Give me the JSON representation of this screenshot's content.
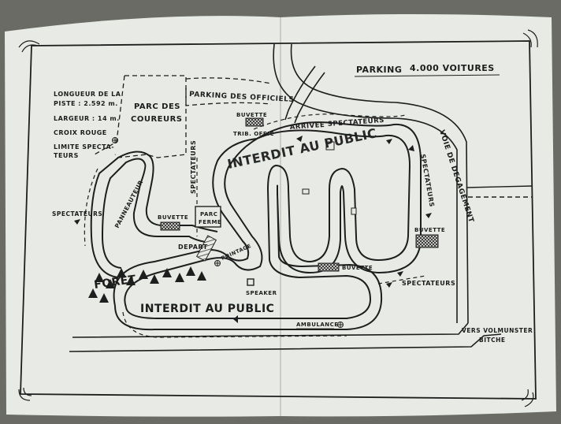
{
  "map": {
    "parking": {
      "label": "PARKING",
      "count": "4.000 VOITURES"
    },
    "legend": {
      "length_line1": "LONGUEUR DE LA",
      "length_line2": "PISTE : 2.592 m.",
      "width": "LARGEUR : 14 m.",
      "red_cross": "CROIX ROUGE",
      "spectator_limit_line1": "LIMITE SPECTA-",
      "spectator_limit_line2": "TEURS"
    },
    "areas": {
      "drivers_park_line1": "PARC DES",
      "drivers_park_line2": "COUREURS",
      "officials_parking": "PARKING DES OFFICIELS",
      "parc_ferme_line1": "PARC",
      "parc_ferme_line2": "FERME",
      "forest": "FORÊT"
    },
    "labels": {
      "buvette": "BUVETTE",
      "trib_offic": "TRIB. OFFIC",
      "arrivee": "ARRIVEE",
      "spectateurs": "SPECTATEURS",
      "spectateurs_side": "SPECTATEURS",
      "panneauteur": "PANNEAUTEUR",
      "depart": "DEPART",
      "pointage": "POINTAGE",
      "speaker": "SPEAKER",
      "ambulance": "AMBULANCE",
      "interdit_au_public": "INTERDIT AU PUBLIC",
      "voie_de_degagement": "VOIE DE DEGAGEMENT",
      "exit_line1": "VERS VOLMUNSTER",
      "exit_line2": "BITCHE"
    },
    "icons": [
      "red-cross-icon",
      "buvette-hatch-icon",
      "speaker-icon"
    ]
  }
}
